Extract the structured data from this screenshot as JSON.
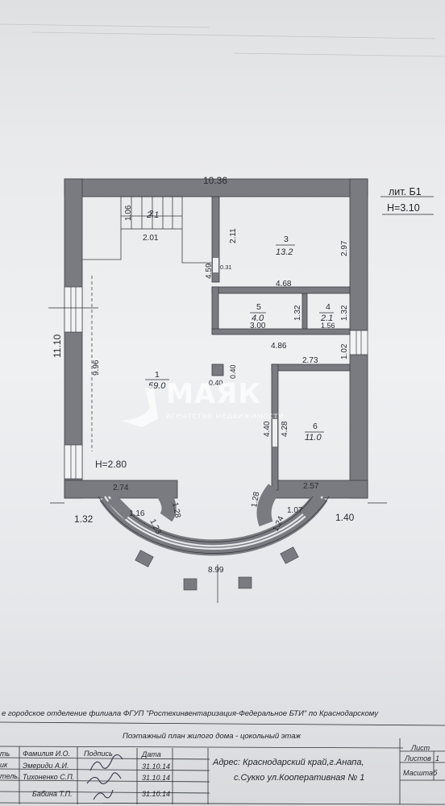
{
  "plan": {
    "litera": "лит. Б1",
    "height_total": "H=3.10",
    "height_room": "H=2.80",
    "dims": {
      "top": "10.36",
      "left": "11.10",
      "inner_left": "9.96",
      "stair_h": "1.06",
      "stair_w": "2.01",
      "room3_h": "2.11",
      "wall_459": "4.59",
      "wall_031": "0.31",
      "room3_side": "2.97",
      "wall_468": "4.68",
      "room5_h": "1.32",
      "room4_h": "1.32",
      "room5_w": "3.00",
      "room4_w": "1.56",
      "corr_486": "4.86",
      "door_102": "1.02",
      "room6_top": "2.73",
      "col_040a": "0.40",
      "col_040b": "0.40",
      "room6_left_outer": "4.40",
      "room6_left_inner": "4.28",
      "bottom_left": "2.74",
      "bottom_right": "2.57",
      "corner_left": "1.32",
      "corner_right": "1.40",
      "bay_l1": "1.28",
      "bay_r1": "1.28",
      "bay_l2": "1.16",
      "bay_l3": "1.23",
      "bay_r2": "1.07",
      "bay_r3": "1.24",
      "bay_span": "8.99"
    },
    "rooms": [
      {
        "num": "1",
        "area": "59.0"
      },
      {
        "num": "2",
        "area": "2.1"
      },
      {
        "num": "3",
        "area": "13.2"
      },
      {
        "num": "4",
        "area": "2.1"
      },
      {
        "num": "5",
        "area": "4.0"
      },
      {
        "num": "6",
        "area": "11.0"
      }
    ]
  },
  "watermark": {
    "brand": "МАЯК",
    "tagline": "агентство недвижимости"
  },
  "title_block": {
    "org": "е городское отделение филиала ФГУП \"Ростехинвентаризация-Федеральное БТИ\" по Краснодарскому",
    "title": "Поэтажный план жилого дома  -  цокольный этаж",
    "col_surname": "Фамилия И.О.",
    "col_sign": "Подпись",
    "col_date": "Дата",
    "left_labels": [
      "ть",
      "ик",
      "тель."
    ],
    "rows": [
      {
        "name": "Эмериди А.И.",
        "date": "31.10.14"
      },
      {
        "name": "Тихоненко С.П.",
        "date": "31.10.14"
      },
      {
        "name": "Бабина Т.П.",
        "date": "31.10.14"
      }
    ],
    "address_line1": "Адрес: Краснодарский край,г.Анапа,",
    "address_line2": "с.Сукко ул.Кооперативная № 1",
    "sheet": "Лист",
    "sheets": "Листов",
    "scale": "Масштаб",
    "sheets_value": "1"
  },
  "colors": {
    "wall": "#7a7b80",
    "ink": "#2b2d34"
  }
}
